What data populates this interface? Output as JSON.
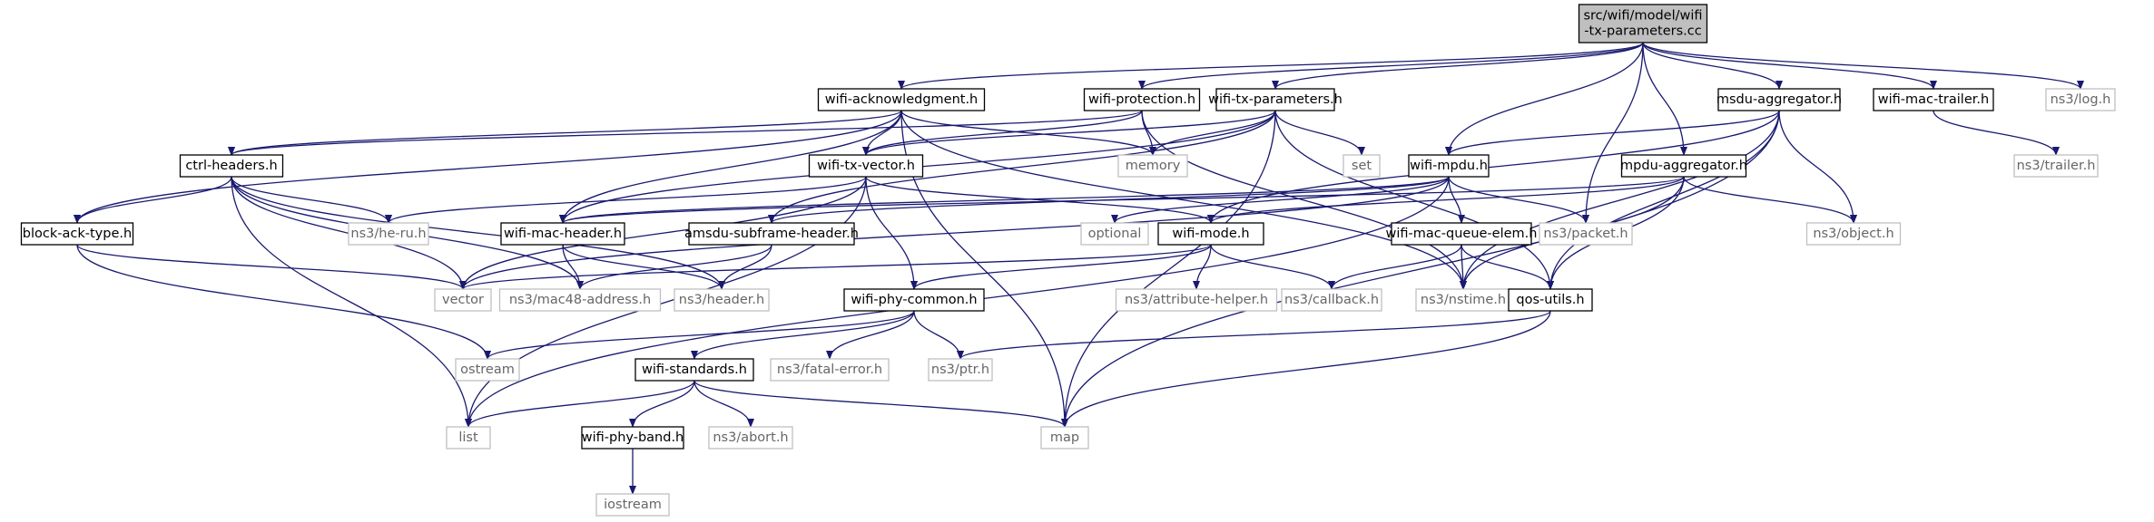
{
  "colors": {
    "edge": "#191970",
    "root_fill": "#bfbfbf",
    "documented_border": "#000000",
    "undocumented_border": "#bfbfbf",
    "undocumented_text": "#666666",
    "text": "#000000"
  },
  "nodes": [
    {
      "id": "root",
      "lines": [
        "src/wifi/model/wifi",
        "-tx-parameters.cc"
      ],
      "kind": "root"
    },
    {
      "id": "wifi_ack",
      "lines": [
        "wifi-acknowledgment.h"
      ],
      "kind": "doc"
    },
    {
      "id": "wifi_prot",
      "lines": [
        "wifi-protection.h"
      ],
      "kind": "doc"
    },
    {
      "id": "wifi_txp",
      "lines": [
        "wifi-tx-parameters.h"
      ],
      "kind": "doc"
    },
    {
      "id": "msdu_agg",
      "lines": [
        "msdu-aggregator.h"
      ],
      "kind": "doc"
    },
    {
      "id": "mac_trailer",
      "lines": [
        "wifi-mac-trailer.h"
      ],
      "kind": "doc"
    },
    {
      "id": "ns3_log",
      "lines": [
        "ns3/log.h"
      ],
      "kind": "ext"
    },
    {
      "id": "ctrl_headers",
      "lines": [
        "ctrl-headers.h"
      ],
      "kind": "doc"
    },
    {
      "id": "wifi_txvec",
      "lines": [
        "wifi-tx-vector.h"
      ],
      "kind": "doc"
    },
    {
      "id": "memory",
      "lines": [
        "memory"
      ],
      "kind": "ext"
    },
    {
      "id": "set",
      "lines": [
        "set"
      ],
      "kind": "ext"
    },
    {
      "id": "wifi_mpdu",
      "lines": [
        "wifi-mpdu.h"
      ],
      "kind": "doc"
    },
    {
      "id": "mpdu_agg",
      "lines": [
        "mpdu-aggregator.h"
      ],
      "kind": "doc"
    },
    {
      "id": "ns3_trailer",
      "lines": [
        "ns3/trailer.h"
      ],
      "kind": "ext"
    },
    {
      "id": "block_ack",
      "lines": [
        "block-ack-type.h"
      ],
      "kind": "doc"
    },
    {
      "id": "he_ru",
      "lines": [
        "ns3/he-ru.h"
      ],
      "kind": "ext"
    },
    {
      "id": "mac_header",
      "lines": [
        "wifi-mac-header.h"
      ],
      "kind": "doc"
    },
    {
      "id": "amsdu",
      "lines": [
        "amsdu-subframe-header.h"
      ],
      "kind": "doc"
    },
    {
      "id": "optional",
      "lines": [
        "optional"
      ],
      "kind": "ext"
    },
    {
      "id": "wifi_mode",
      "lines": [
        "wifi-mode.h"
      ],
      "kind": "doc"
    },
    {
      "id": "queue_elem",
      "lines": [
        "wifi-mac-queue-elem.h"
      ],
      "kind": "doc"
    },
    {
      "id": "ns3_packet",
      "lines": [
        "ns3/packet.h"
      ],
      "kind": "ext"
    },
    {
      "id": "ns3_object",
      "lines": [
        "ns3/object.h"
      ],
      "kind": "ext"
    },
    {
      "id": "vector",
      "lines": [
        "vector"
      ],
      "kind": "ext"
    },
    {
      "id": "mac48",
      "lines": [
        "ns3/mac48-address.h"
      ],
      "kind": "ext"
    },
    {
      "id": "ns3_header",
      "lines": [
        "ns3/header.h"
      ],
      "kind": "ext"
    },
    {
      "id": "phy_common",
      "lines": [
        "wifi-phy-common.h"
      ],
      "kind": "doc"
    },
    {
      "id": "attr_helper",
      "lines": [
        "ns3/attribute-helper.h"
      ],
      "kind": "ext"
    },
    {
      "id": "callback",
      "lines": [
        "ns3/callback.h"
      ],
      "kind": "ext"
    },
    {
      "id": "nstime",
      "lines": [
        "ns3/nstime.h"
      ],
      "kind": "ext"
    },
    {
      "id": "qos_utils",
      "lines": [
        "qos-utils.h"
      ],
      "kind": "doc"
    },
    {
      "id": "ostream",
      "lines": [
        "ostream"
      ],
      "kind": "ext"
    },
    {
      "id": "standards",
      "lines": [
        "wifi-standards.h"
      ],
      "kind": "doc"
    },
    {
      "id": "fatal_error",
      "lines": [
        "ns3/fatal-error.h"
      ],
      "kind": "ext"
    },
    {
      "id": "ptr",
      "lines": [
        "ns3/ptr.h"
      ],
      "kind": "ext"
    },
    {
      "id": "list",
      "lines": [
        "list"
      ],
      "kind": "ext"
    },
    {
      "id": "phy_band",
      "lines": [
        "wifi-phy-band.h"
      ],
      "kind": "doc"
    },
    {
      "id": "abort",
      "lines": [
        "ns3/abort.h"
      ],
      "kind": "ext"
    },
    {
      "id": "map",
      "lines": [
        "map"
      ],
      "kind": "ext"
    },
    {
      "id": "iostream",
      "lines": [
        "iostream"
      ],
      "kind": "ext"
    }
  ],
  "edges": [
    [
      "root",
      "wifi_ack"
    ],
    [
      "root",
      "wifi_prot"
    ],
    [
      "root",
      "wifi_txp"
    ],
    [
      "root",
      "wifi_mpdu"
    ],
    [
      "root",
      "ns3_packet"
    ],
    [
      "root",
      "mpdu_agg"
    ],
    [
      "root",
      "msdu_agg"
    ],
    [
      "root",
      "mac_trailer"
    ],
    [
      "root",
      "ns3_log"
    ],
    [
      "wifi_ack",
      "ctrl_headers"
    ],
    [
      "wifi_ack",
      "wifi_txvec"
    ],
    [
      "wifi_ack",
      "memory"
    ],
    [
      "wifi_ack",
      "block_ack"
    ],
    [
      "wifi_ack",
      "mac_header"
    ],
    [
      "wifi_ack",
      "nstime"
    ],
    [
      "wifi_ack",
      "map"
    ],
    [
      "wifi_prot",
      "ctrl_headers"
    ],
    [
      "wifi_prot",
      "wifi_txvec"
    ],
    [
      "wifi_prot",
      "memory"
    ],
    [
      "wifi_prot",
      "nstime"
    ],
    [
      "wifi_txp",
      "wifi_txvec"
    ],
    [
      "wifi_txp",
      "memory"
    ],
    [
      "wifi_txp",
      "set"
    ],
    [
      "wifi_txp",
      "mac_header"
    ],
    [
      "wifi_txp",
      "amsdu"
    ],
    [
      "wifi_txp",
      "qos_utils"
    ],
    [
      "wifi_txp",
      "map"
    ],
    [
      "msdu_agg",
      "wifi_mpdu"
    ],
    [
      "msdu_agg",
      "wifi_mode"
    ],
    [
      "msdu_agg",
      "ns3_object"
    ],
    [
      "msdu_agg",
      "nstime"
    ],
    [
      "msdu_agg",
      "qos_utils"
    ],
    [
      "msdu_agg",
      "map"
    ],
    [
      "mac_trailer",
      "ns3_trailer"
    ],
    [
      "ctrl_headers",
      "block_ack"
    ],
    [
      "ctrl_headers",
      "he_ru"
    ],
    [
      "ctrl_headers",
      "vector"
    ],
    [
      "ctrl_headers",
      "mac48"
    ],
    [
      "ctrl_headers",
      "ns3_header"
    ],
    [
      "ctrl_headers",
      "list"
    ],
    [
      "wifi_txvec",
      "wifi_mode"
    ],
    [
      "wifi_txvec",
      "phy_common"
    ],
    [
      "wifi_txvec",
      "he_ru"
    ],
    [
      "wifi_txvec",
      "vector"
    ],
    [
      "wifi_txvec",
      "list"
    ],
    [
      "wifi_mpdu",
      "mac_header"
    ],
    [
      "wifi_mpdu",
      "amsdu"
    ],
    [
      "wifi_mpdu",
      "queue_elem"
    ],
    [
      "wifi_mpdu",
      "ns3_packet"
    ],
    [
      "wifi_mpdu",
      "optional"
    ],
    [
      "wifi_mpdu",
      "vector"
    ],
    [
      "wifi_mpdu",
      "list"
    ],
    [
      "mpdu_agg",
      "mac_header"
    ],
    [
      "mpdu_agg",
      "wifi_mode"
    ],
    [
      "mpdu_agg",
      "ns3_object"
    ],
    [
      "mpdu_agg",
      "qos_utils"
    ],
    [
      "mpdu_agg",
      "nstime"
    ],
    [
      "block_ack",
      "vector"
    ],
    [
      "block_ack",
      "ostream"
    ],
    [
      "mac_header",
      "mac48"
    ],
    [
      "mac_header",
      "ns3_header"
    ],
    [
      "amsdu",
      "mac48"
    ],
    [
      "amsdu",
      "ns3_header"
    ],
    [
      "wifi_mode",
      "phy_common"
    ],
    [
      "wifi_mode",
      "attr_helper"
    ],
    [
      "wifi_mode",
      "callback"
    ],
    [
      "wifi_mode",
      "vector"
    ],
    [
      "queue_elem",
      "callback"
    ],
    [
      "queue_elem",
      "nstime"
    ],
    [
      "queue_elem",
      "qos_utils"
    ],
    [
      "phy_common",
      "standards"
    ],
    [
      "phy_common",
      "fatal_error"
    ],
    [
      "phy_common",
      "ptr"
    ],
    [
      "phy_common",
      "ostream"
    ],
    [
      "qos_utils",
      "ptr"
    ],
    [
      "qos_utils",
      "map"
    ],
    [
      "standards",
      "phy_band"
    ],
    [
      "standards",
      "abort"
    ],
    [
      "standards",
      "map"
    ],
    [
      "standards",
      "list"
    ],
    [
      "phy_band",
      "iostream"
    ]
  ]
}
